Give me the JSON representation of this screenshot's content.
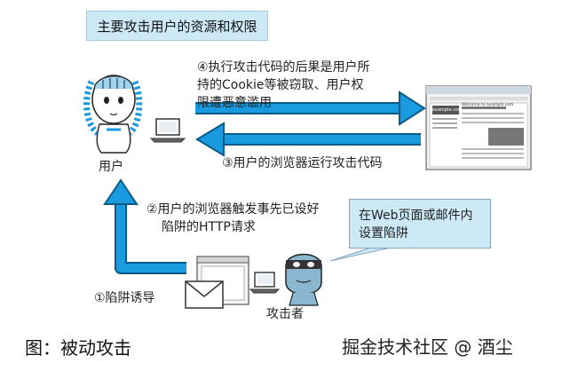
{
  "title": "主要攻击用户的资源和权限",
  "steps": {
    "step1": "①陷阱诱导",
    "step2_line1": "②用户的浏览器触发事先已设好",
    "step2_line2": "陷阱的HTTP请求",
    "step3": "③用户的浏览器运行攻击代码",
    "step4_line1": "④执行攻击代码的后果是用户所",
    "step4_line2": "持的Cookie等被窃取、用户权",
    "step4_line3": "限遭恶意滥用"
  },
  "actors": {
    "user": "用户",
    "attacker": "攻击者"
  },
  "note": {
    "line1": "在Web页面或邮件内",
    "line2": "设置陷阱"
  },
  "browser_window": {
    "site": "example.com",
    "heading": "Welcome to example.com"
  },
  "caption": "图：被动攻击",
  "watermark": "掘金技术社区 @ 酒尘",
  "colors": {
    "arrow_blue": "#1a9be0",
    "box_fill": "#cde9f6"
  }
}
